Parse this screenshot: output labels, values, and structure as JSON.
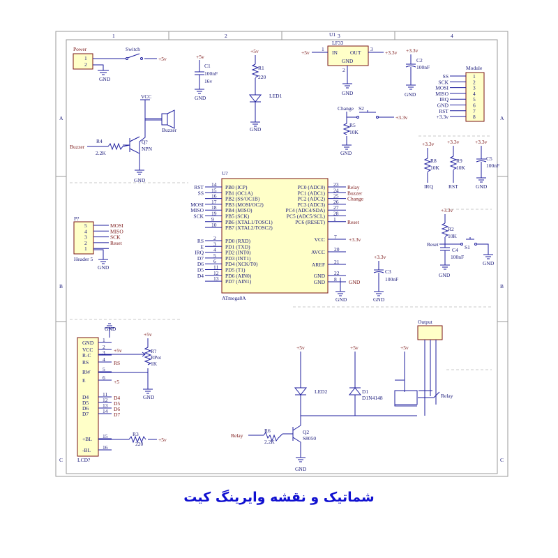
{
  "caption": "شماتیک و نقشه وایرینگ کیت",
  "frame": {
    "columns": [
      "1",
      "2",
      "3",
      "4"
    ],
    "rows": [
      "A",
      "B",
      "C"
    ]
  },
  "power": {
    "header": "Power",
    "pin1": "1",
    "pin2": "2",
    "gnd": "GND",
    "switch": "Switch",
    "out": "+5v"
  },
  "c1": {
    "ref": "C1",
    "val": "100nF",
    "volt": "16v",
    "rail": "+5v",
    "gnd": "GND"
  },
  "led1": {
    "rail": "+5v",
    "ref": "R1",
    "val": "220",
    "led": "LED1",
    "gnd": "GND"
  },
  "reg": {
    "ref": "U1",
    "part": "LF33",
    "in": "IN",
    "out": "OUT",
    "gnd_pin": "GND",
    "pin1": "1",
    "pin2": "2",
    "pin3": "3",
    "in_rail": "+5v",
    "out_rail": "+3.3v",
    "gnd": "GND"
  },
  "c2": {
    "rail": "+3.3v",
    "ref": "C2",
    "val": "100nF",
    "gnd": "GND"
  },
  "module": {
    "title": "Module",
    "labels": [
      "SS",
      "SCK",
      "MOSI",
      "MISO",
      "IRQ",
      "GND",
      "RST",
      "+3.3v"
    ],
    "pins": [
      "1",
      "2",
      "3",
      "4",
      "5",
      "6",
      "7",
      "8"
    ]
  },
  "buzzer": {
    "vcc": "VCC",
    "name": "Buzzer",
    "q": "Q?",
    "type": "NPN",
    "r": "R4",
    "rval": "2.2K",
    "input": "Buzzer",
    "gnd": "GND"
  },
  "change": {
    "net": "Change",
    "sw": "S2",
    "rail": "+3.3v",
    "r": "R5",
    "rval": "10K",
    "gnd": "GND"
  },
  "pullups": [
    {
      "rail": "+3.3v",
      "ref": "R8",
      "val": "10K",
      "net": "IRQ"
    },
    {
      "rail": "+3.3v",
      "ref": "R9",
      "val": "10K",
      "net": "RST"
    },
    {
      "rail": "+3.3v",
      "ref": "C5",
      "val": "100nF",
      "net": "GND"
    }
  ],
  "mcu": {
    "ref": "U?",
    "part": "ATmega8A",
    "left_top": [
      {
        "net": "RST",
        "pin": "14",
        "name": "PB0 (ICP)"
      },
      {
        "net": "SS",
        "pin": "15",
        "name": "PB1 (OC1A)"
      },
      {
        "net": "",
        "pin": "16",
        "name": "PB2 (SS/OC1B)"
      },
      {
        "net": "MOSI",
        "pin": "17",
        "name": "PB3 (MOSI/OC2)"
      },
      {
        "net": "MISO",
        "pin": "18",
        "name": "PB4 (MISO)"
      },
      {
        "net": "SCK",
        "pin": "19",
        "name": "PB5 (SCK)"
      },
      {
        "net": "",
        "pin": "9",
        "name": "PB6 (XTAL1/TOSC1)"
      },
      {
        "net": "",
        "pin": "10",
        "name": "PB7 (XTAL2/TOSC2)"
      }
    ],
    "left_bottom": [
      {
        "net": "RS",
        "pin": "2",
        "name": "PD0 (RXD)"
      },
      {
        "net": "E",
        "pin": "3",
        "name": "PD1 (TXD)"
      },
      {
        "net": "IRQ",
        "pin": "4",
        "name": "PD2 (INT0)"
      },
      {
        "net": "D7",
        "pin": "5",
        "name": "PD3 (INT1)"
      },
      {
        "net": "D6",
        "pin": "6",
        "name": "PD4 (XCK/T0)"
      },
      {
        "net": "D5",
        "pin": "11",
        "name": "PD5 (T1)"
      },
      {
        "net": "D4",
        "pin": "12",
        "name": "PD6 (AIN0)"
      },
      {
        "net": "",
        "pin": "13",
        "name": "PD7 (AIN1)"
      }
    ],
    "right_top": [
      {
        "name": "PC0 (ADC0)",
        "pin": "23",
        "net": "Relay"
      },
      {
        "name": "PC1 (ADC1)",
        "pin": "24",
        "net": "Buzzer"
      },
      {
        "name": "PC2 (ADC2)",
        "pin": "25",
        "net": "Change"
      },
      {
        "name": "PC3 (ADC3)",
        "pin": "26",
        "net": ""
      },
      {
        "name": "PC4 (ADC4/SDA)",
        "pin": "27",
        "net": ""
      },
      {
        "name": "PC5 (ADC5/SCL)",
        "pin": "28",
        "net": ""
      },
      {
        "name": "PC6 (RESET)",
        "pin": "1",
        "net": "Reset"
      }
    ],
    "right_bottom": [
      {
        "name": "VCC",
        "pin": "7",
        "net": "+3.3v"
      },
      {
        "name": "AVCC",
        "pin": "20",
        "net": ""
      },
      {
        "name": "AREF",
        "pin": "21",
        "net": ""
      },
      {
        "name": "GND",
        "pin": "22",
        "net": ""
      },
      {
        "name": "GND",
        "pin": "8",
        "net": "GND"
      }
    ]
  },
  "c3": {
    "rail": "+3.3v",
    "ref": "C3",
    "val": "100nF",
    "gnd": "GND"
  },
  "reset": {
    "rail": "+3.3v",
    "r": "R2",
    "rval": "10K",
    "net": "Reset",
    "sw": "S1",
    "c": "C4",
    "cval": "100nF",
    "gnd": "GND"
  },
  "header5": {
    "ref": "P?",
    "name": "Header 5",
    "pins": [
      "5",
      "4",
      "3",
      "2",
      "1"
    ],
    "nets": [
      "MOSI",
      "MISO",
      "SCK",
      "Reset",
      ""
    ],
    "gnd": "GND"
  },
  "lcd": {
    "ref": "LCD?",
    "labels": [
      "GND",
      "VCC",
      "R-C",
      "RS",
      "RW",
      "E",
      "D4",
      "D5",
      "D6",
      "D7",
      "+BL",
      "-BL"
    ],
    "pins": [
      "1",
      "2",
      "3",
      "4",
      "5",
      "6",
      "11",
      "12",
      "13",
      "14",
      "15",
      "16"
    ],
    "nets": {
      "vcc": "+5v",
      "rs": "RS",
      "e": "+5",
      "d4": "D4",
      "d5": "D5",
      "d6": "D6",
      "d7": "D7"
    },
    "pot": "R?",
    "potname": "RPot",
    "potval": "1K",
    "potrail": "+5v",
    "r3": "R3",
    "r3val": "220",
    "bl": "+5v",
    "gnd": "GND"
  },
  "relay": {
    "title": "Output",
    "name": "Relay",
    "led2": "LED2",
    "d1": "D1",
    "d1part": "D1N4148",
    "q": "Q2",
    "qpart": "S8050",
    "r6": "R6",
    "r6val": "2.2K",
    "input": "Relay",
    "rails": [
      "+5v",
      "+5v",
      "+5v"
    ],
    "gnd": "GND"
  }
}
